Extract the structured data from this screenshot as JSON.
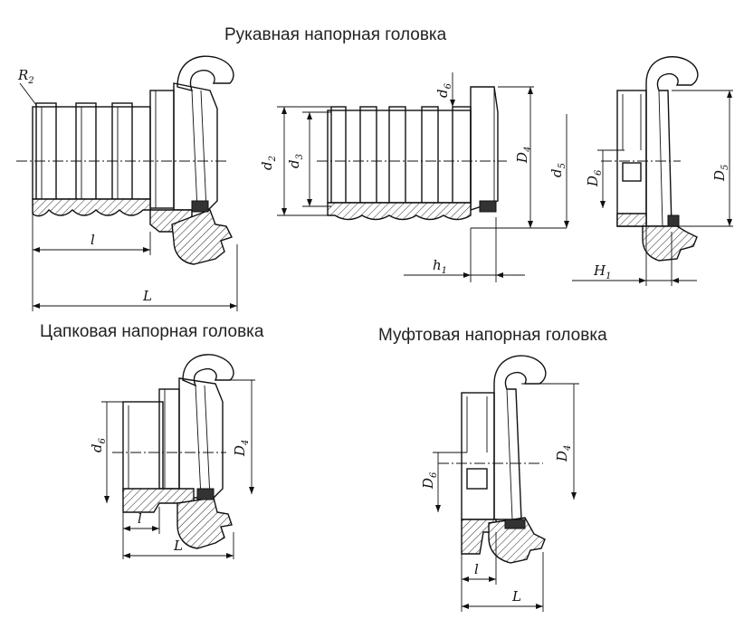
{
  "titles": {
    "hose_head": "Рукавная напорная головка",
    "nipple_head": "Цапковая напорная головка",
    "coupling_head": "Муфтовая напорная головка"
  },
  "labels": {
    "R2": "R",
    "R2_sub": "2",
    "l": "l",
    "L": "L",
    "d2": "d",
    "d2_sub": "2",
    "d3": "d",
    "d3_sub": "3",
    "d6": "d",
    "d6_sub": "6",
    "D4": "D",
    "D4_sub": "4",
    "d5": "d",
    "d5_sub": "5",
    "h1": "h",
    "h1_sub": "1",
    "D6": "D",
    "D6_sub": "6",
    "D5": "D",
    "D5_sub": "5",
    "H1": "H",
    "H1_sub": "1"
  }
}
